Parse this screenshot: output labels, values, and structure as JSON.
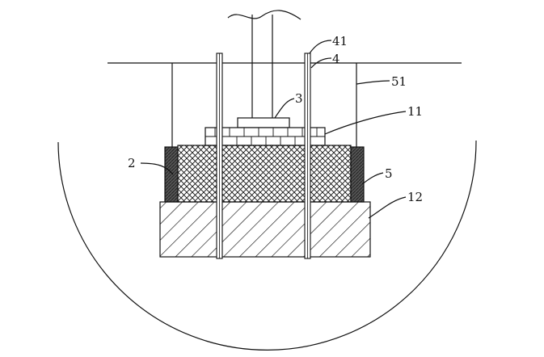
{
  "labels": {
    "l41": "41",
    "l4": "4",
    "l51": "51",
    "l3": "3",
    "l11": "11",
    "l2": "2",
    "l5": "5",
    "l12": "12"
  }
}
